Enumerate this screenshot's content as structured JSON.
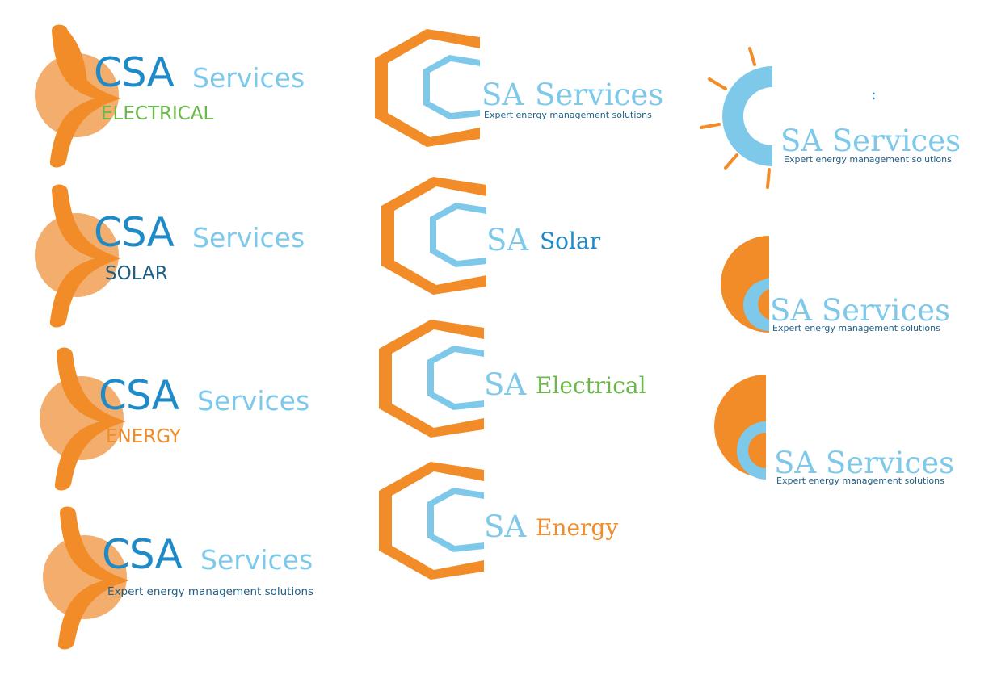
{
  "colors": {
    "orange": "#f28c28",
    "light_orange": "#f3ad6c",
    "blue": "#1e8bc8",
    "light_blue": "#7ec9ea",
    "green": "#6ab847",
    "dark_blue": "#1f5f85"
  },
  "flower_logos": [
    {
      "csa": "CSA",
      "services": "Services",
      "sub": "ELECTRICAL"
    },
    {
      "csa": "CSA",
      "services": "Services",
      "sub": "SOLAR"
    },
    {
      "csa": "CSA",
      "services": "Services",
      "sub": "ENERGY"
    },
    {
      "csa": "CSA",
      "services": "Services",
      "tagline": "Expert energy management solutions"
    }
  ],
  "hex_logos": [
    {
      "sa": "SA",
      "word": "Services",
      "tagline": "Expert energy management solutions"
    },
    {
      "sa": "SA",
      "word": "Solar"
    },
    {
      "sa": "SA",
      "word": "Electrical"
    },
    {
      "sa": "SA",
      "word": "Energy"
    }
  ],
  "sun_logo": {
    "dot": ":",
    "text": "SA Services",
    "tagline": "Expert energy management solutions"
  },
  "half_sun_logos": [
    {
      "text": "SA Services",
      "tagline": "Expert energy management solutions"
    },
    {
      "text": "SA Services",
      "tagline": "Expert energy management solutions"
    }
  ]
}
